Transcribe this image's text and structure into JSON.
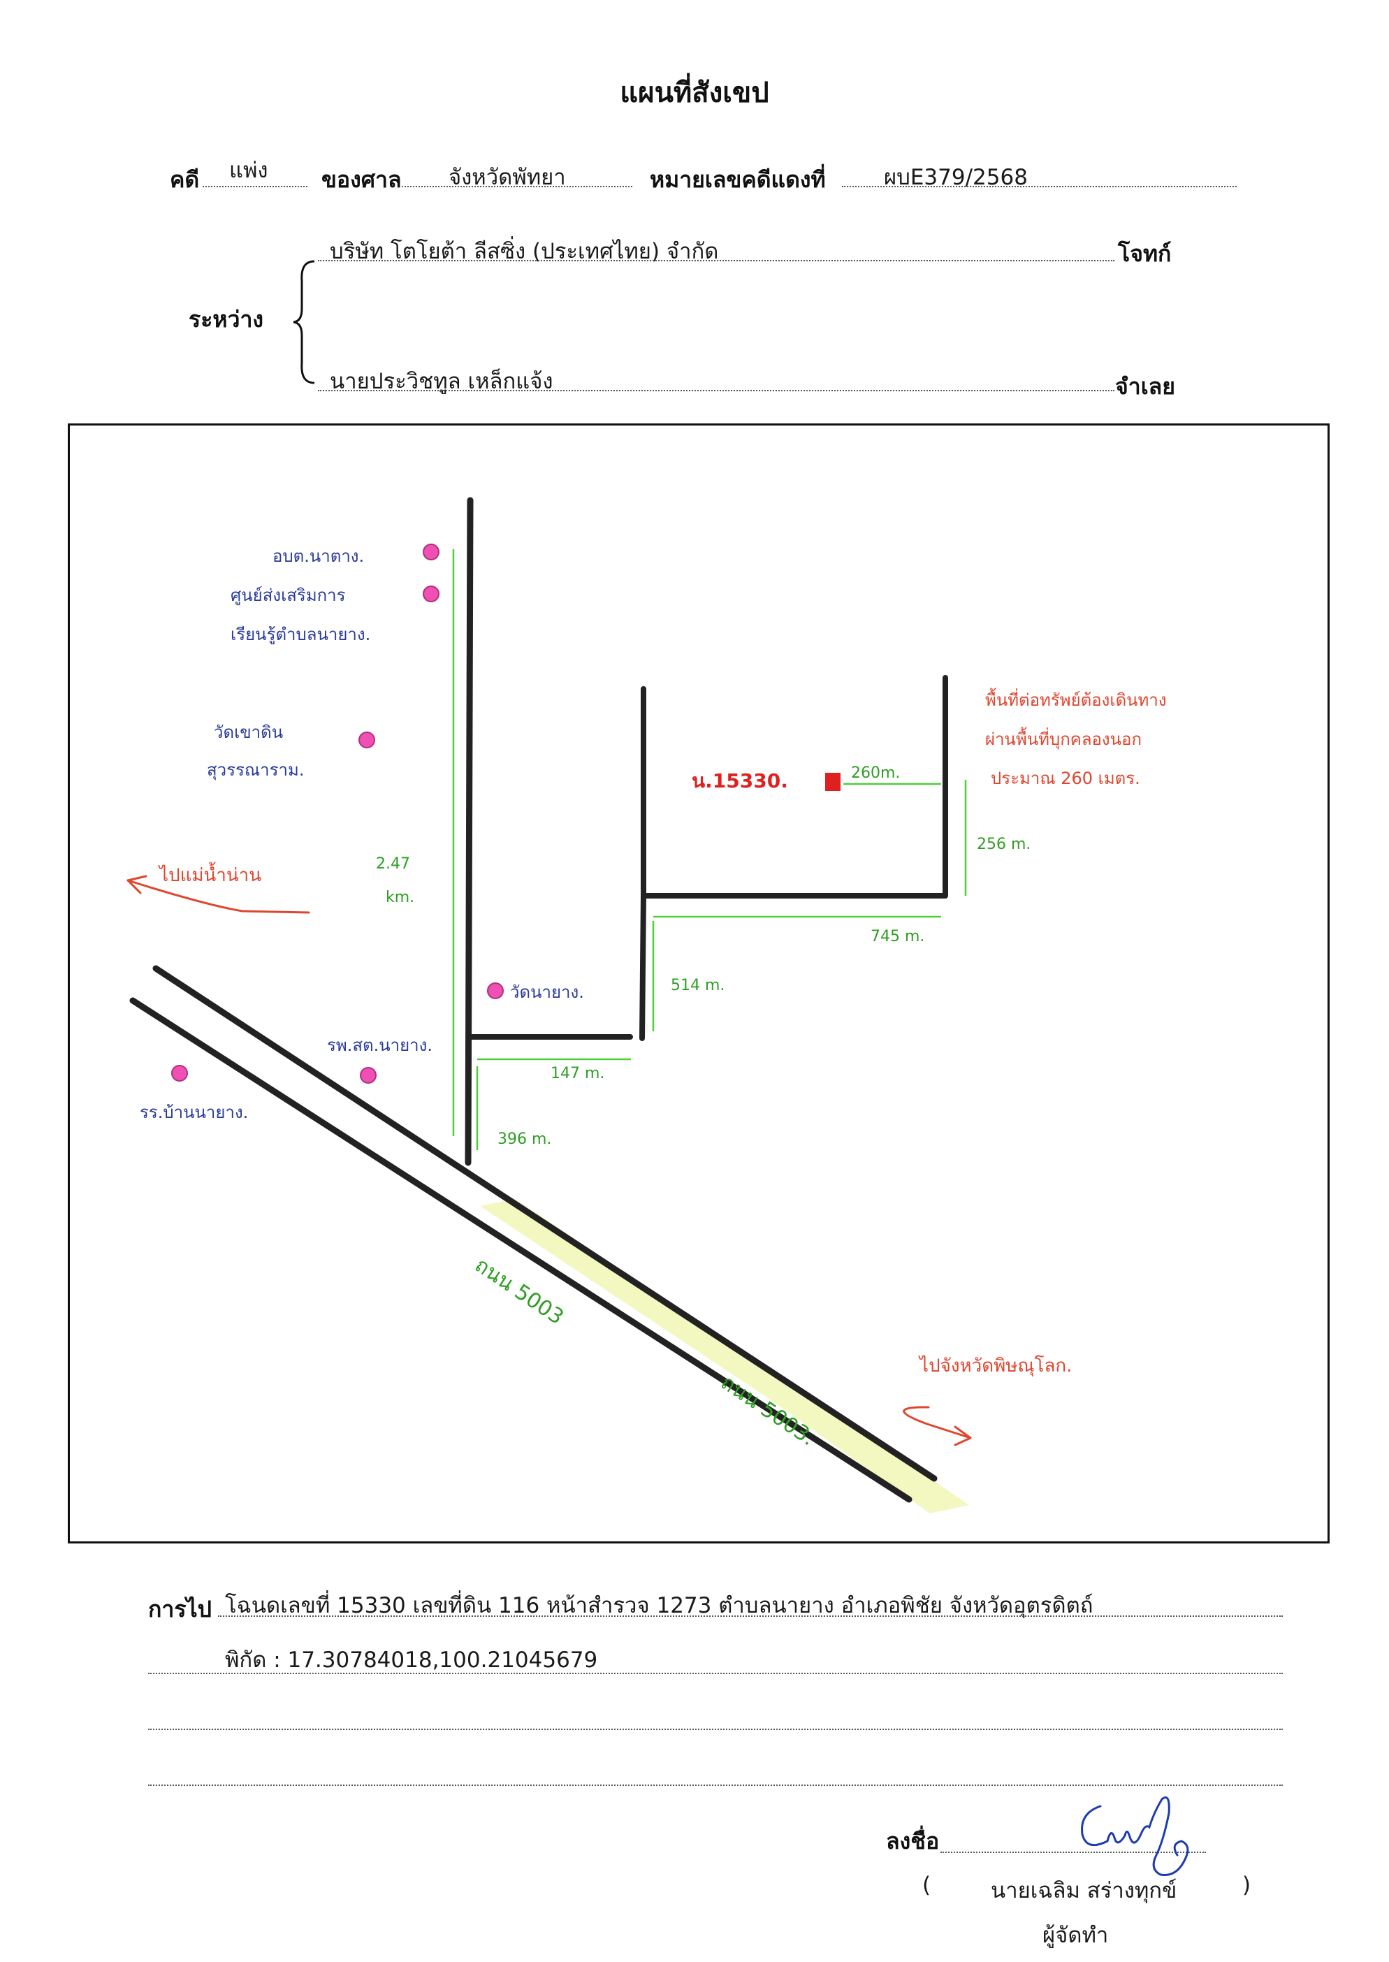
{
  "header": {
    "title": "แผนที่สังเขป"
  },
  "case": {
    "case_label": "คดี",
    "case_type": "แพ่ง",
    "court_label": "ของศาล",
    "court": "จังหวัดพัทยา",
    "red_no_label": "หมายเลขคดีแดงที่",
    "red_no": "ผบE379/2568"
  },
  "parties": {
    "between_label": "ระหว่าง",
    "plaintiff": "บริษัท โตโยต้า ลีสซิ่ง (ประเทศไทย) จำกัด",
    "plaintiff_role": "โจทก์",
    "defendant": "นายประวิชทูล เหล็กแจ้ง",
    "defendant_role": "จำเลย"
  },
  "map": {
    "labels": {
      "tambon_office": "อบต.นาตาง.",
      "learning_center_1": "ศูนย์ส่งเสริมการ",
      "learning_center_2": "เรียนรู้ตำบลนายาง.",
      "temple_khao_din_1": "วัดเขาดิน",
      "temple_khao_din_2": "สุวรรณาราม.",
      "temple_na_yang": "วัดนายาง.",
      "hospital": "รพ.สต.นายาง.",
      "school": "รร.บ้านนายาง.",
      "to_mae_nam_nan": "ไปแม่น้ำน่าน",
      "to_phitsanulok": "ไปจังหวัดพิษณุโลก.",
      "parcel": "น.15330.",
      "note_1": "พื้นที่ต่อทรัพย์ต้องเดินทาง",
      "note_2": "ผ่านพื้นที่บุกคลองนอก",
      "note_3": "ประมาณ 260 เมตร.",
      "road_1": "ถนน 5003",
      "road_2": "ถนน 5003."
    },
    "distances": {
      "d_260": "260m.",
      "d_256": "256 m.",
      "d_745": "745 m.",
      "d_514": "514 m.",
      "d_147": "147 m.",
      "d_396": "396 m.",
      "d_247_a": "2.47",
      "d_247_b": "km."
    },
    "colors": {
      "ink": "#222222",
      "blue": "#2a3b9a",
      "red": "#e0452e",
      "green": "#4cd137",
      "pink": "#f04fb4",
      "highlight": "#f3f7c0"
    }
  },
  "footer": {
    "directions_label": "การไป",
    "directions_line1": "โฉนดเลขที่ 15330 เลขที่ดิน 116 หน้าสำรวจ 1273 ตำบลนายาง อำเภอพิชัย จังหวัดอุตรดิตถ์",
    "directions_line2": "พิกัด : 17.30784018,100.21045679",
    "sign_label": "ลงชื่อ",
    "signer_open": "(",
    "signer_name": "นายเฉลิม  สร่างทุกข์",
    "signer_close": ")",
    "signer_role": "ผู้จัดทำ"
  }
}
